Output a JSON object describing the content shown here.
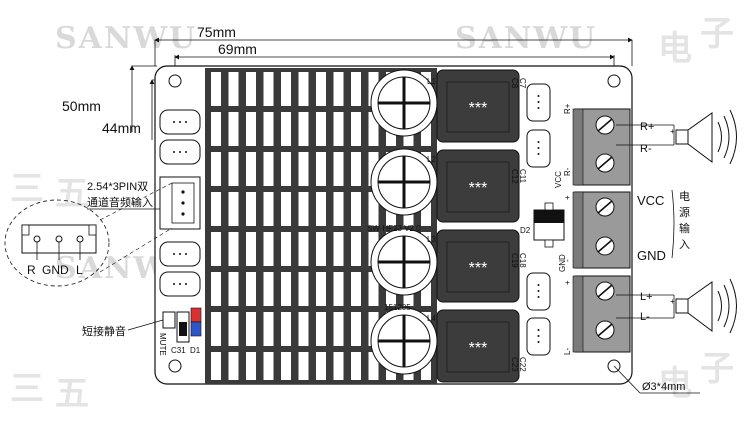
{
  "watermark": {
    "brand": "SANWU",
    "cn": [
      "三",
      "五",
      "电",
      "子"
    ]
  },
  "dimensions": {
    "width_outer": "75mm",
    "width_inner": "69mm",
    "height_outer": "50mm",
    "height_inner": "44mm",
    "hole": "Ø3*4mm"
  },
  "board": {
    "model": "SW-HF23 V2.0",
    "date": "151205",
    "chip_mark": "***",
    "inductors": [
      "L1",
      "L2",
      "L3",
      "L4"
    ],
    "caps": [
      "C7",
      "C8",
      "C11",
      "C12",
      "C18",
      "C19",
      "C22",
      "C23"
    ],
    "diode": "D2",
    "vcc_label": "VCC",
    "gnd_label": "GND",
    "left_parts": [
      "C31",
      "D1"
    ],
    "mute_silk": "MUTE",
    "terminal_silk": [
      "R+",
      "R-",
      "+",
      "-",
      "+",
      "L-"
    ]
  },
  "callouts": {
    "input_line1": "2.54*3PIN双",
    "input_line2": "通道音频输入",
    "pins": [
      "R",
      "GND",
      "L"
    ],
    "mute": "短接静音"
  },
  "outputs": {
    "right_plus": "R+",
    "right_minus": "R-",
    "vcc": "VCC",
    "gnd": "GND",
    "power_cn": [
      "电",
      "源",
      "输",
      "入"
    ],
    "left_plus": "L+",
    "left_minus": "L-"
  },
  "colors": {
    "board_fill": "#ffffff",
    "outline": "#111111",
    "heatsink": "#3a3a3a",
    "chip": "#3c3c3c",
    "terminal": "#9a9a9a",
    "led_red": "#d93030",
    "led_blue": "#2f56c8",
    "watermark": "#d9d9d9"
  }
}
